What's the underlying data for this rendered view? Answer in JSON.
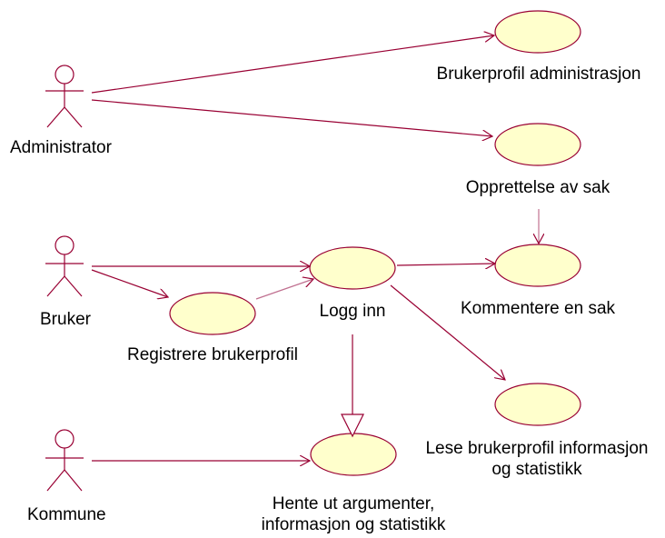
{
  "actors": {
    "administrator": "Administrator",
    "bruker": "Bruker",
    "kommune": "Kommune"
  },
  "use_cases": {
    "brukerprofil_administrasjon": "Brukerprofil administrasjon",
    "opprettelse_av_sak": "Opprettelse av sak",
    "logg_inn": "Logg inn",
    "kommentere_en_sak": "Kommentere en sak",
    "registrere_brukerprofil": "Registrere brukerprofil",
    "lese_brukerprofil_line1": "Lese brukerprofil informasjon",
    "lese_brukerprofil_line2": "og statistikk",
    "hente_ut_line1": "Hente ut argumenter,",
    "hente_ut_line2": "informasjon og statistikk"
  },
  "colors": {
    "line": "#990033",
    "usecase_fill": "#ffffcc",
    "text": "#000000"
  }
}
